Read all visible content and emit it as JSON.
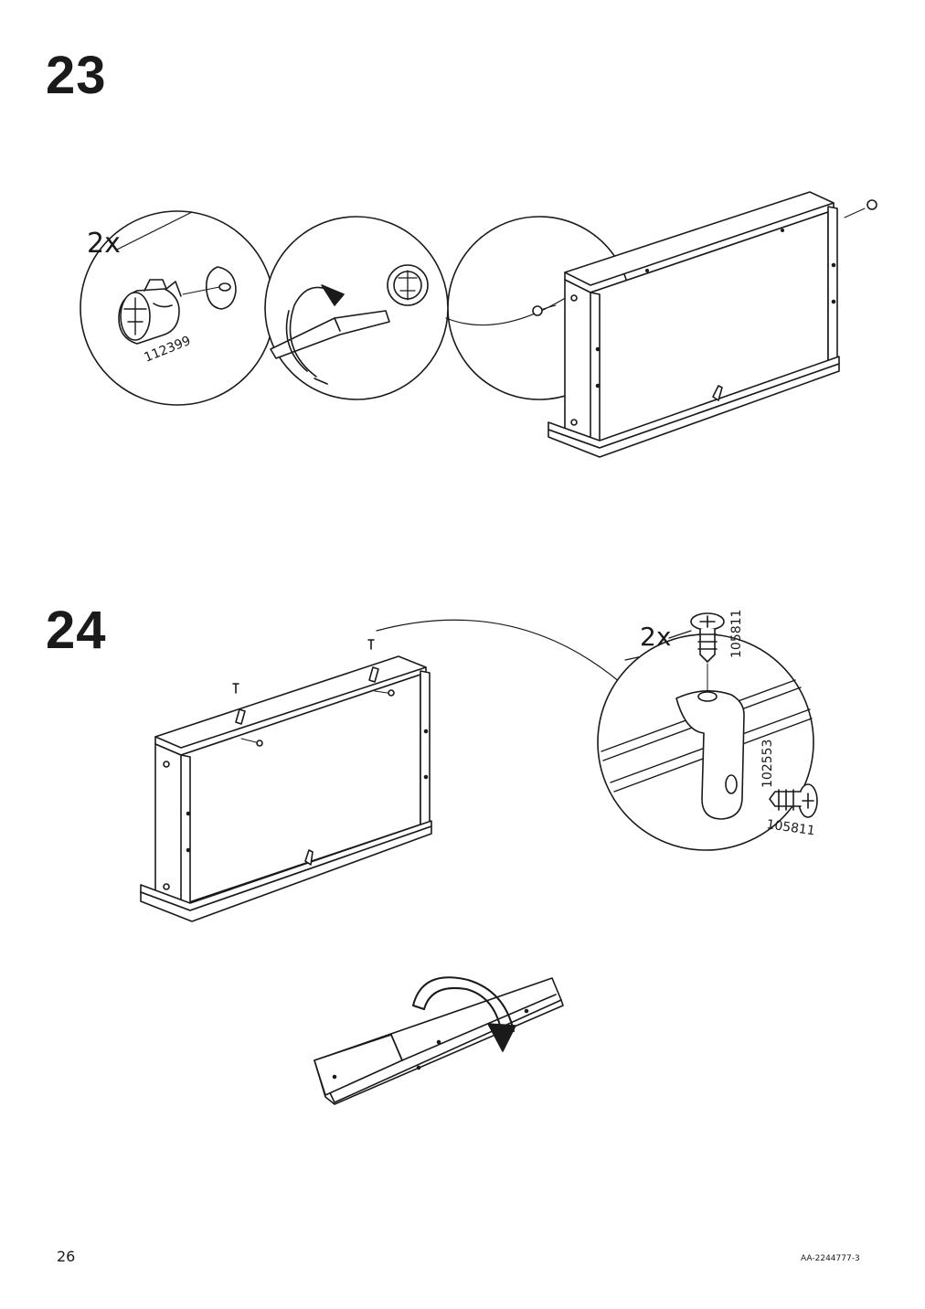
{
  "steps": [
    {
      "number": "23",
      "quantity": "2x",
      "part_codes": [
        "112399"
      ]
    },
    {
      "number": "24",
      "quantity": "2x",
      "part_codes": [
        "105811",
        "102553",
        "105811"
      ]
    }
  ],
  "footer": {
    "page_number": "26",
    "document_code": "AA-2244777-3"
  },
  "icons": {
    "cam-lock": "cam-lock-fitting-icon",
    "screwdriver": "flat-screwdriver-icon",
    "rotate": "rotate-arrow-icon",
    "screw": "screw-icon",
    "bracket": "angle-bracket-icon",
    "flip": "flip-over-arrow-icon"
  }
}
